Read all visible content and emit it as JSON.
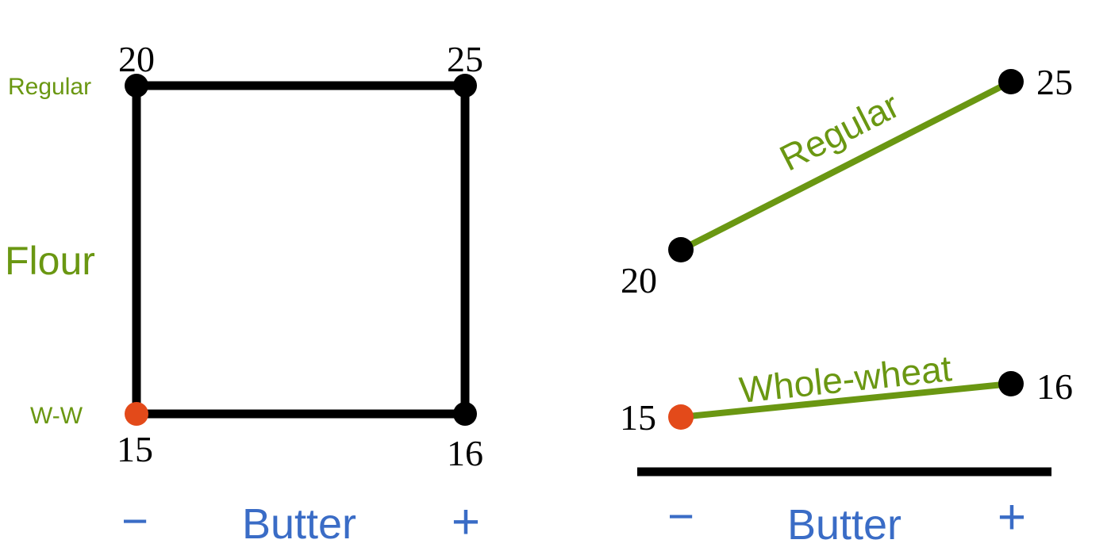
{
  "colors": {
    "black": "#000000",
    "green": "#6a9712",
    "blue": "#3a6cc6",
    "orange": "#e34a1a"
  },
  "square": {
    "corner_values": {
      "top_left": "20",
      "top_right": "25",
      "bottom_left": "15",
      "bottom_right": "16"
    },
    "flour_label": "Flour",
    "flour_high_label": "Regular",
    "flour_low_label": "W-W",
    "butter_label": "Butter",
    "minus_label": "−",
    "plus_label": "+"
  },
  "interaction": {
    "line_labels": {
      "regular": "Regular",
      "whole_wheat": "Whole-wheat"
    },
    "point_values": {
      "regular_minus": "20",
      "regular_plus": "25",
      "ww_minus": "15",
      "ww_plus": "16"
    },
    "butter_label": "Butter",
    "minus_label": "−",
    "plus_label": "+"
  }
}
